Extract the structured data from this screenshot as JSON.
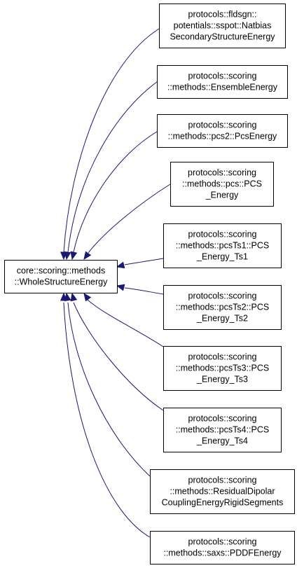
{
  "diagram": {
    "base_class": {
      "lines": [
        "core::scoring::methods",
        "::WholeStructureEnergy"
      ]
    },
    "derived_classes": [
      {
        "id": "natbias",
        "lines": [
          "protocols::fldsgn::",
          "potentials::sspot::Natbias",
          "SecondaryStructureEnergy"
        ]
      },
      {
        "id": "ensemble",
        "lines": [
          "protocols::scoring",
          "::methods::EnsembleEnergy"
        ]
      },
      {
        "id": "pcs2",
        "lines": [
          "protocols::scoring",
          "::methods::pcs2::PcsEnergy"
        ]
      },
      {
        "id": "pcs",
        "lines": [
          "protocols::scoring",
          "::methods::pcs::PCS",
          "_Energy"
        ]
      },
      {
        "id": "pcsts1",
        "lines": [
          "protocols::scoring",
          "::methods::pcsTs1::PCS",
          "_Energy_Ts1"
        ]
      },
      {
        "id": "pcsts2",
        "lines": [
          "protocols::scoring",
          "::methods::pcsTs2::PCS",
          "_Energy_Ts2"
        ]
      },
      {
        "id": "pcsts3",
        "lines": [
          "protocols::scoring",
          "::methods::pcsTs3::PCS",
          "_Energy_Ts3"
        ]
      },
      {
        "id": "pcsts4",
        "lines": [
          "protocols::scoring",
          "::methods::pcsTs4::PCS",
          "_Energy_Ts4"
        ]
      },
      {
        "id": "rdc",
        "lines": [
          "protocols::scoring",
          "::methods::ResidualDipolar",
          "CouplingEnergyRigidSegments"
        ]
      },
      {
        "id": "pddf",
        "lines": [
          "protocols::scoring",
          "::methods::saxs::PDDFEnergy"
        ]
      }
    ],
    "colors": {
      "edge": "#191970",
      "box_border": "#000000",
      "box_fill": "#ffffff",
      "text": "#000000"
    }
  }
}
